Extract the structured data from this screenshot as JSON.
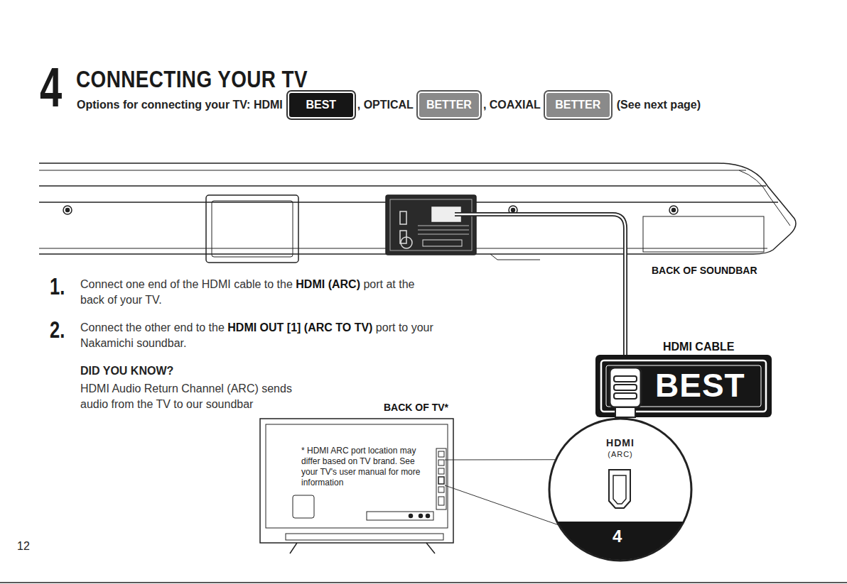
{
  "diagram": {
    "title": "CONNECTING YOUR TV",
    "nodes": [
      {
        "text": [
          "BEST"
        ]
      },
      {
        "text": [
          "BETTER"
        ]
      },
      {
        "text": [
          "BETTER"
        ]
      },
      {
        "text": [
          "BEST"
        ]
      },
      {
        "text": [
          "* HDMI ARC port location may differ based on TV brand. See your TV's user manual for more information"
        ]
      },
      {
        "text": [
          "HDMI",
          "(ARC)"
        ]
      }
    ],
    "edges": [
      {
        "from": 4,
        "to": 5,
        "arrow": "none"
      }
    ],
    "labels": [
      "4",
      "Options for connecting your TV: HDMI",
      ", OPTICAL",
      ", COAXIAL",
      "(See next page)",
      "BACK OF SOUNDBAR",
      "1.",
      "Connect one end of the HDMI cable to the",
      "HDMI (ARC)",
      "port at the back of your TV.",
      "2.",
      "Connect the other end to the",
      "HDMI OUT [1] (ARC TO TV)",
      "port to your Nakamichi soundbar.",
      "DID YOU KNOW?",
      "HDMI Audio Return Channel (ARC) sends audio from the TV to our soundbar",
      "BACK OF TV*",
      "HDMI CABLE",
      "4",
      "12"
    ]
  }
}
